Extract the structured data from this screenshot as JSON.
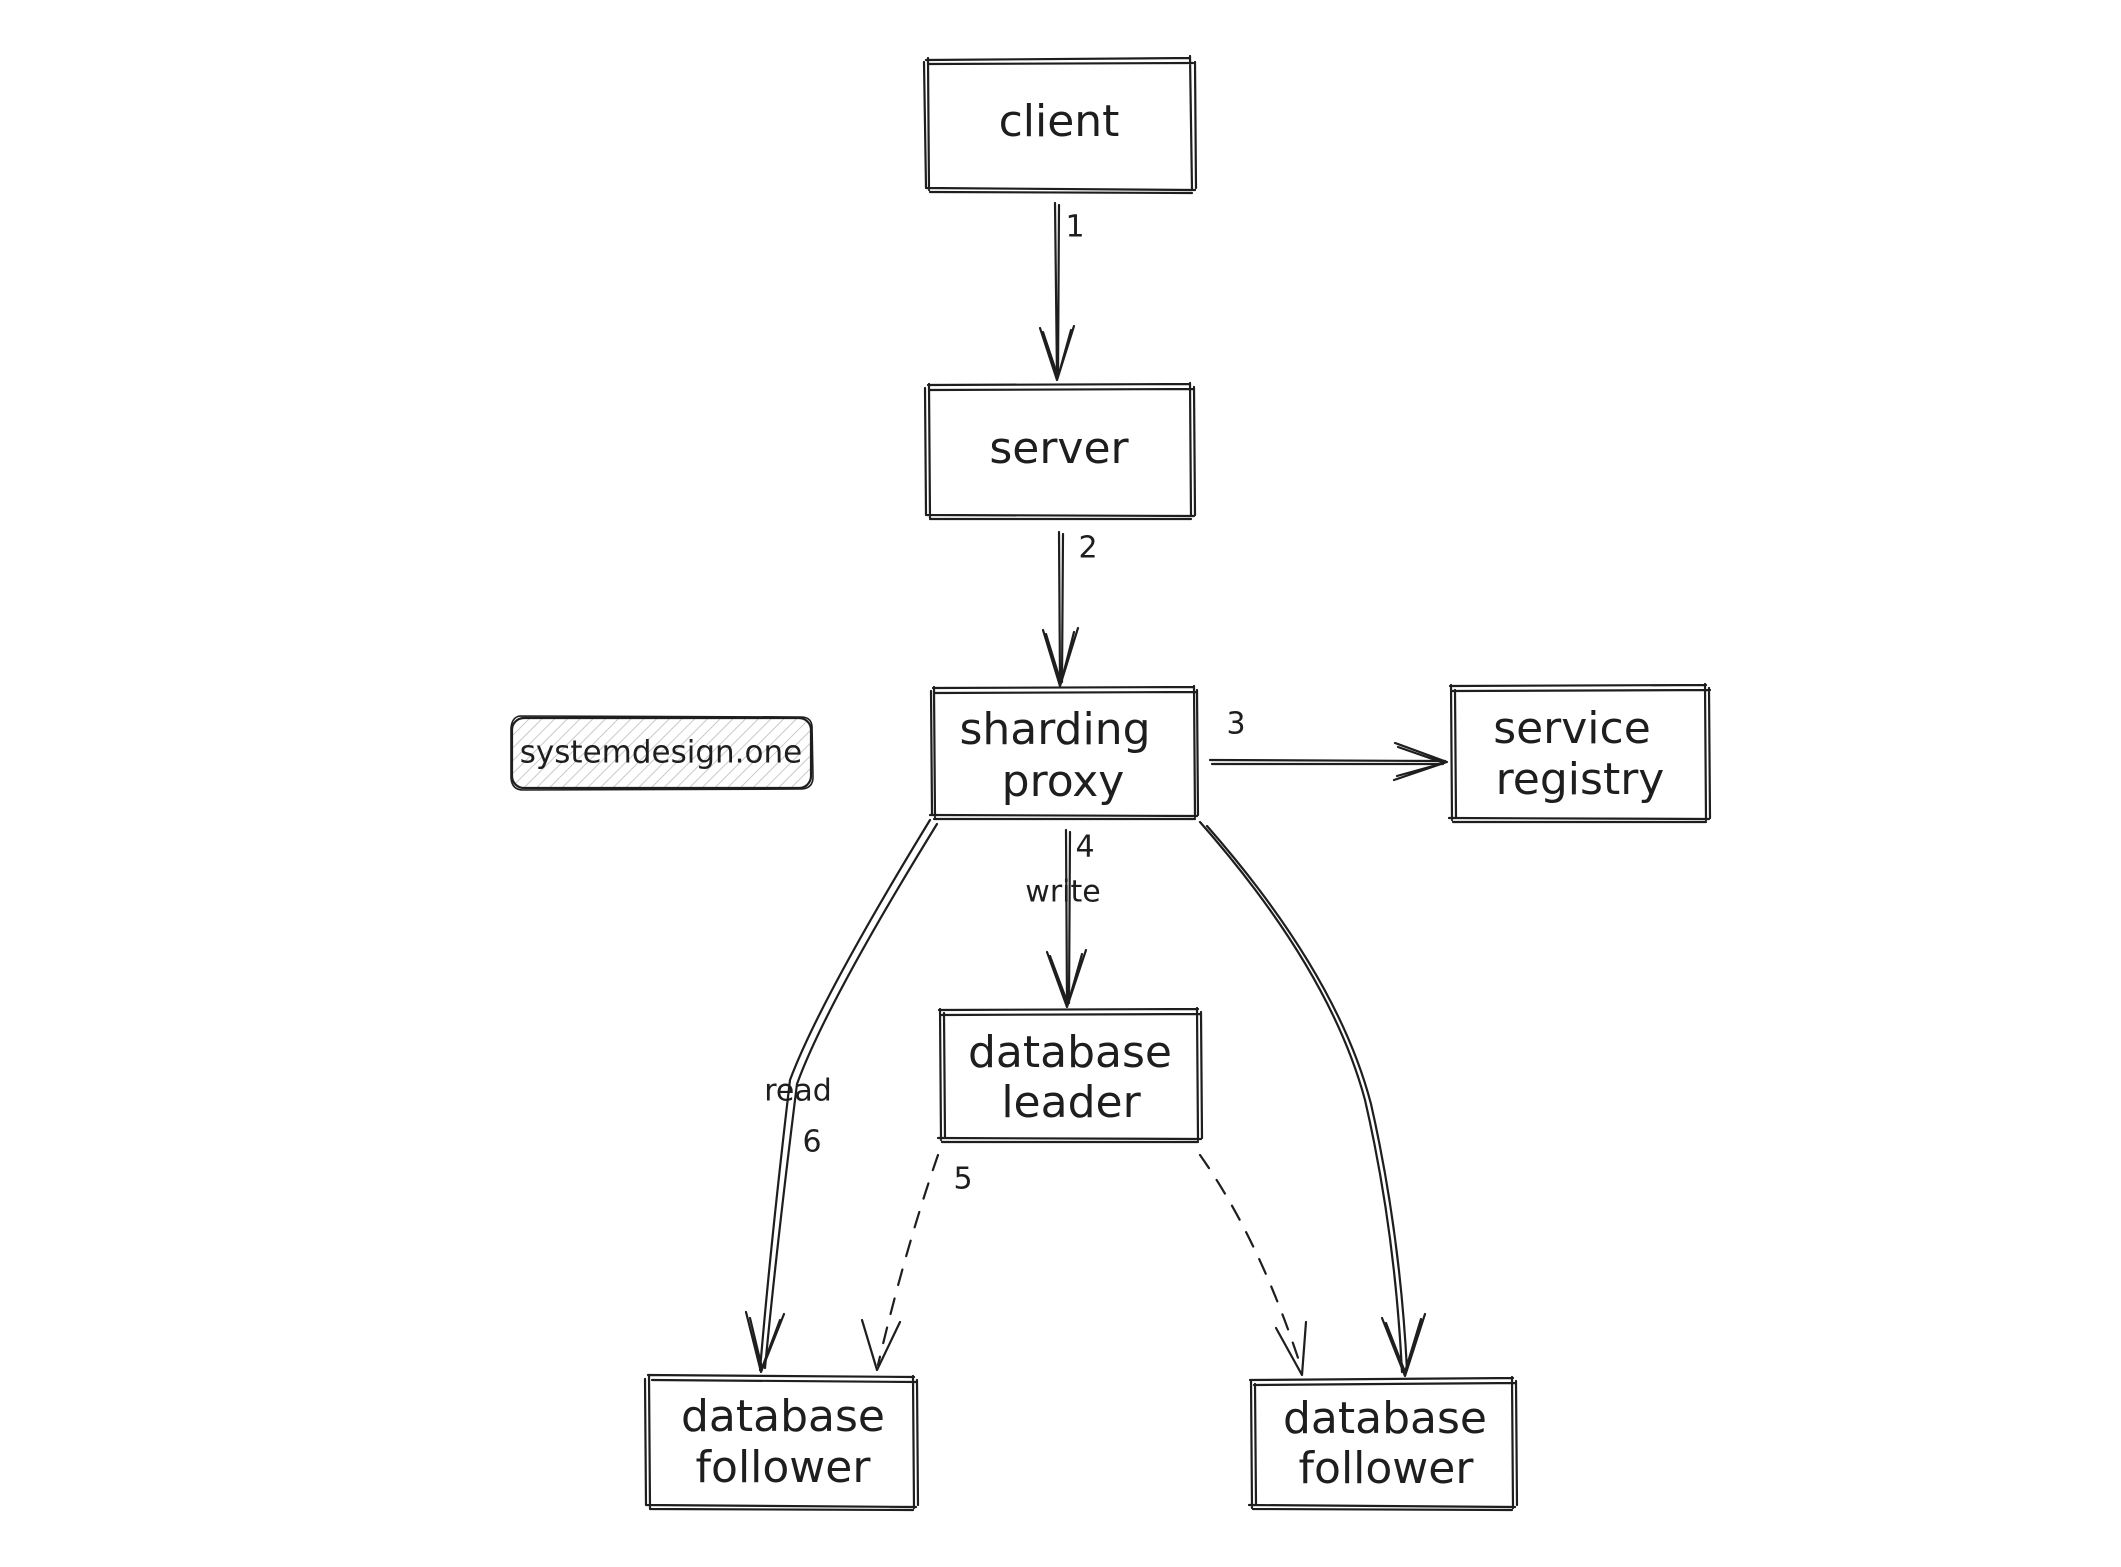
{
  "diagram": {
    "nodes": {
      "client": {
        "line1": "client"
      },
      "server": {
        "line1": "server"
      },
      "sharding_proxy": {
        "line1": "sharding",
        "line2": "proxy"
      },
      "service_registry": {
        "line1": "service",
        "line2": "registry"
      },
      "database_leader": {
        "line1": "database",
        "line2": "leader"
      },
      "database_follower_left": {
        "line1": "database",
        "line2": "follower"
      },
      "database_follower_right": {
        "line1": "database",
        "line2": "follower"
      }
    },
    "edges": {
      "client_to_server": {
        "step": "1"
      },
      "server_to_proxy": {
        "step": "2"
      },
      "proxy_to_registry": {
        "step": "3"
      },
      "proxy_to_leader": {
        "step": "4",
        "label": "write"
      },
      "leader_to_followers": {
        "step": "5"
      },
      "proxy_to_follower": {
        "label": "read",
        "step": "6"
      }
    },
    "watermark": "systemdesign.one"
  }
}
